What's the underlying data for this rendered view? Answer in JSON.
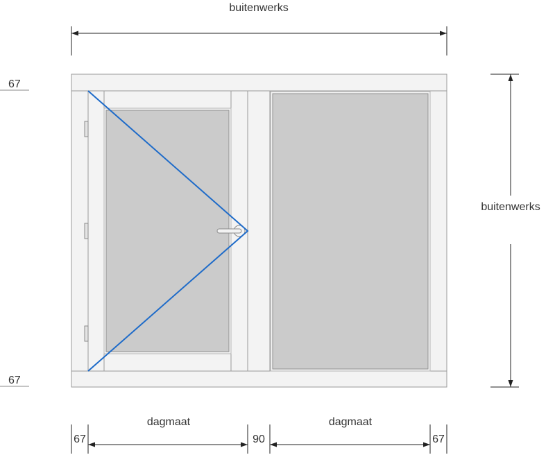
{
  "labels": {
    "top_width": "buitenwerks",
    "right_height": "buitenwerks",
    "daylight_left": "dagmaat",
    "daylight_right": "dagmaat",
    "frame_top": "67",
    "frame_bottom": "67",
    "bottom_left_frame": "67",
    "mullion": "90",
    "bottom_right_frame": "67"
  },
  "colors": {
    "frame_fill": "#f3f3f3",
    "frame_stroke": "#9a9a9a",
    "glass_fill": "#cbcbcb",
    "opening_indicator": "#1e6bc9",
    "dimension_line": "#222222",
    "label_text": "#333333"
  },
  "icons": {
    "hinge": "hinge-icon",
    "handle": "handle-icon"
  }
}
